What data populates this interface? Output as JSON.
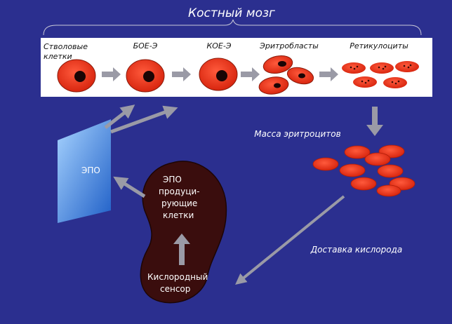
{
  "diagram": {
    "title": "Костный мозг",
    "stages": {
      "stem": [
        "Стволовые",
        "клетки"
      ],
      "boe": "БОЕ-Э",
      "koe": "КОЕ-Э",
      "erythroblasts": "Эритробласты",
      "reticulocytes": "Ретикулоциты"
    },
    "mass_label": "Масса эритроцитов",
    "epo_label": "ЭПО",
    "kidney_top": [
      "ЭПО",
      "продуци-",
      "рующие",
      "клетки"
    ],
    "kidney_bottom": [
      "Кислородный",
      "сенсор"
    ],
    "oxygen_delivery": "Доставка кислорода"
  },
  "colors": {
    "background": "#2b2f8f",
    "cell_red": "#e8311a",
    "nucleus": "#1a0505",
    "arrow_gray": "#9a9aa6",
    "kidney": "#3a0d0d"
  }
}
